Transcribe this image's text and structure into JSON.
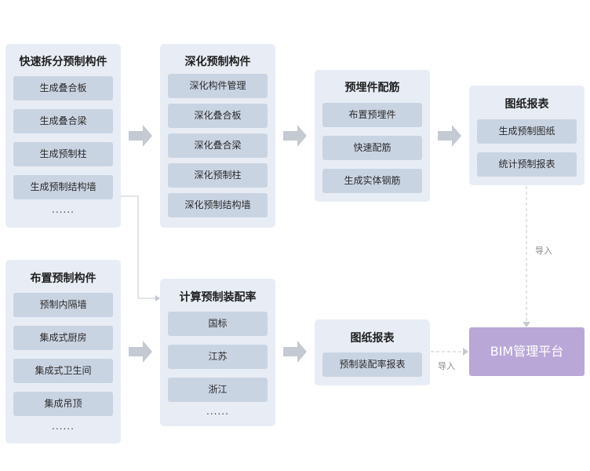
{
  "panels": {
    "split": {
      "title": "快速拆分预制构件",
      "items": [
        "生成叠合板",
        "生成叠合梁",
        "生成预制柱",
        "生成预制结构墙"
      ],
      "more": "......"
    },
    "deepen": {
      "title": "深化预制构件",
      "items": [
        "深化构件管理",
        "深化叠合板",
        "深化叠合梁",
        "深化预制柱",
        "深化预制结构墙"
      ]
    },
    "embed": {
      "title": "预埋件配筋",
      "items": [
        "布置预埋件",
        "快速配筋",
        "生成实体钢筋"
      ]
    },
    "drawings_top": {
      "title": "图纸报表",
      "items": [
        "生成预制图纸",
        "统计预制报表"
      ]
    },
    "place": {
      "title": "布置预制构件",
      "items": [
        "预制内隔墙",
        "集成式厨房",
        "集成式卫生间",
        "集成吊顶"
      ],
      "more": "......"
    },
    "rate": {
      "title": "计算预制装配率",
      "items": [
        "国标",
        "江苏",
        "浙江"
      ],
      "more": "......"
    },
    "drawings_bottom": {
      "title": "图纸报表",
      "items": [
        "预制装配率报表"
      ]
    }
  },
  "target": {
    "label": "BIM管理平台"
  },
  "edges": {
    "import_vertical": "导入",
    "import_horizontal": "导入"
  }
}
